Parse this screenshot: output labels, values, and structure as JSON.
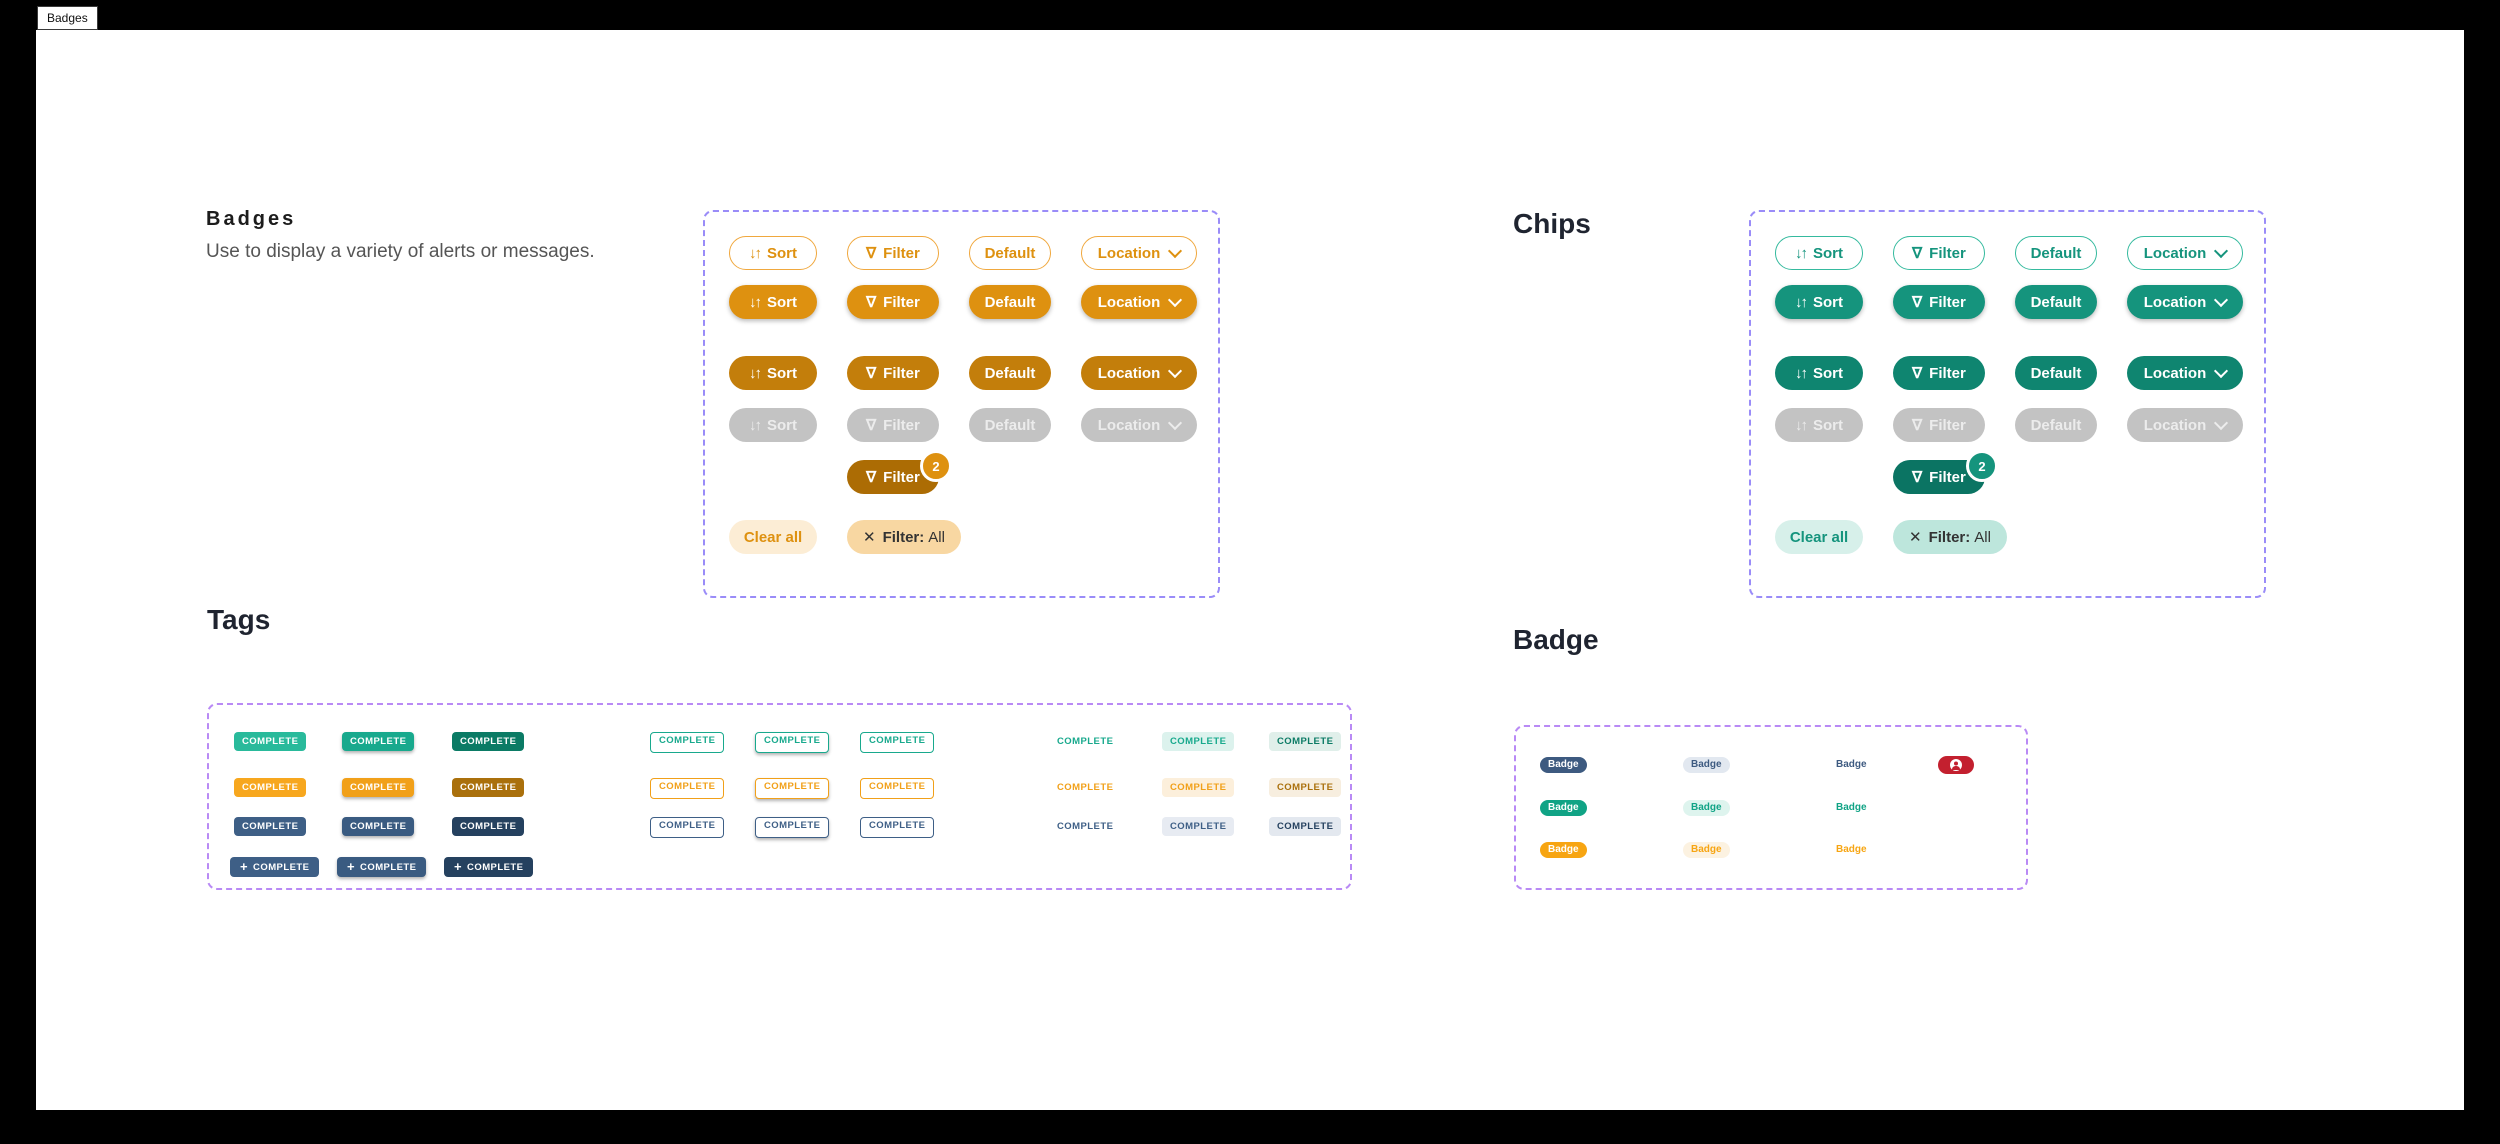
{
  "colors": {
    "amber": "#DE9110",
    "amber-dark": "#C37E0B",
    "amber-darker": "#AC6C04",
    "amber-border": "#F0A83E",
    "amber-soft": "#FCEDD5",
    "amber-chip": "#F8D7A2",
    "teal": "#15947D",
    "teal-dark": "#0F8570",
    "teal-darker": "#0B7463",
    "teal-border": "#35BA9E",
    "teal-soft": "#D7F0EA",
    "teal-chip": "#BDE6DC",
    "disabled": "#C3C3C3",
    "disabled-text": "#ECECEC",
    "tag-teal": "#29BA9B",
    "tag-teal-mid": "#18A98D",
    "tag-teal-dark": "#0B7B65",
    "tag-teal-softbg": "#DCF2ED",
    "tag-teal-softbg2": "#E0EFEA",
    "tag-orange": "#F7A71E",
    "tag-orange-mid": "#F1A019",
    "tag-orange-dark": "#AA700C",
    "tag-orange-softbg": "#FCEFDB",
    "tag-orange-softbg2": "#F7EEDF",
    "tag-navy": "#3E5F86",
    "tag-navy-mid": "#3A5B81",
    "tag-navy-dark": "#25415F",
    "tag-navy-softbg": "#E7EBF2",
    "tag-navy-softbg2": "#E3E8EF",
    "badge-navy": "#3D5A80",
    "badge-navy-soft": "#E2E8F0",
    "badge-teal": "#10A385",
    "badge-teal-soft": "#DEF4EE",
    "badge-orange": "#F7A512",
    "badge-orange-soft": "#FCF2E1",
    "badge-red": "#C3202F",
    "dash-top": "#9A8CF8",
    "dash-bottom": "#B98AF5"
  },
  "tab": {
    "label": "Badges"
  },
  "labels": {
    "sort": "Sort",
    "filter": "Filter",
    "default": "Default",
    "location": "Location",
    "count": "2",
    "clear_all": "Clear all",
    "filter_prefix": "Filter:",
    "filter_value": "All"
  },
  "badges_section": {
    "title": "Badges",
    "description": "Use to display a variety of alerts or messages."
  },
  "chips_section": {
    "title": "Chips"
  },
  "tags_section": {
    "title": "Tags",
    "tag_label": "COMPLETE",
    "add_label": "COMPLETE"
  },
  "badge_section": {
    "title": "Badge",
    "badge_label": "Badge"
  }
}
